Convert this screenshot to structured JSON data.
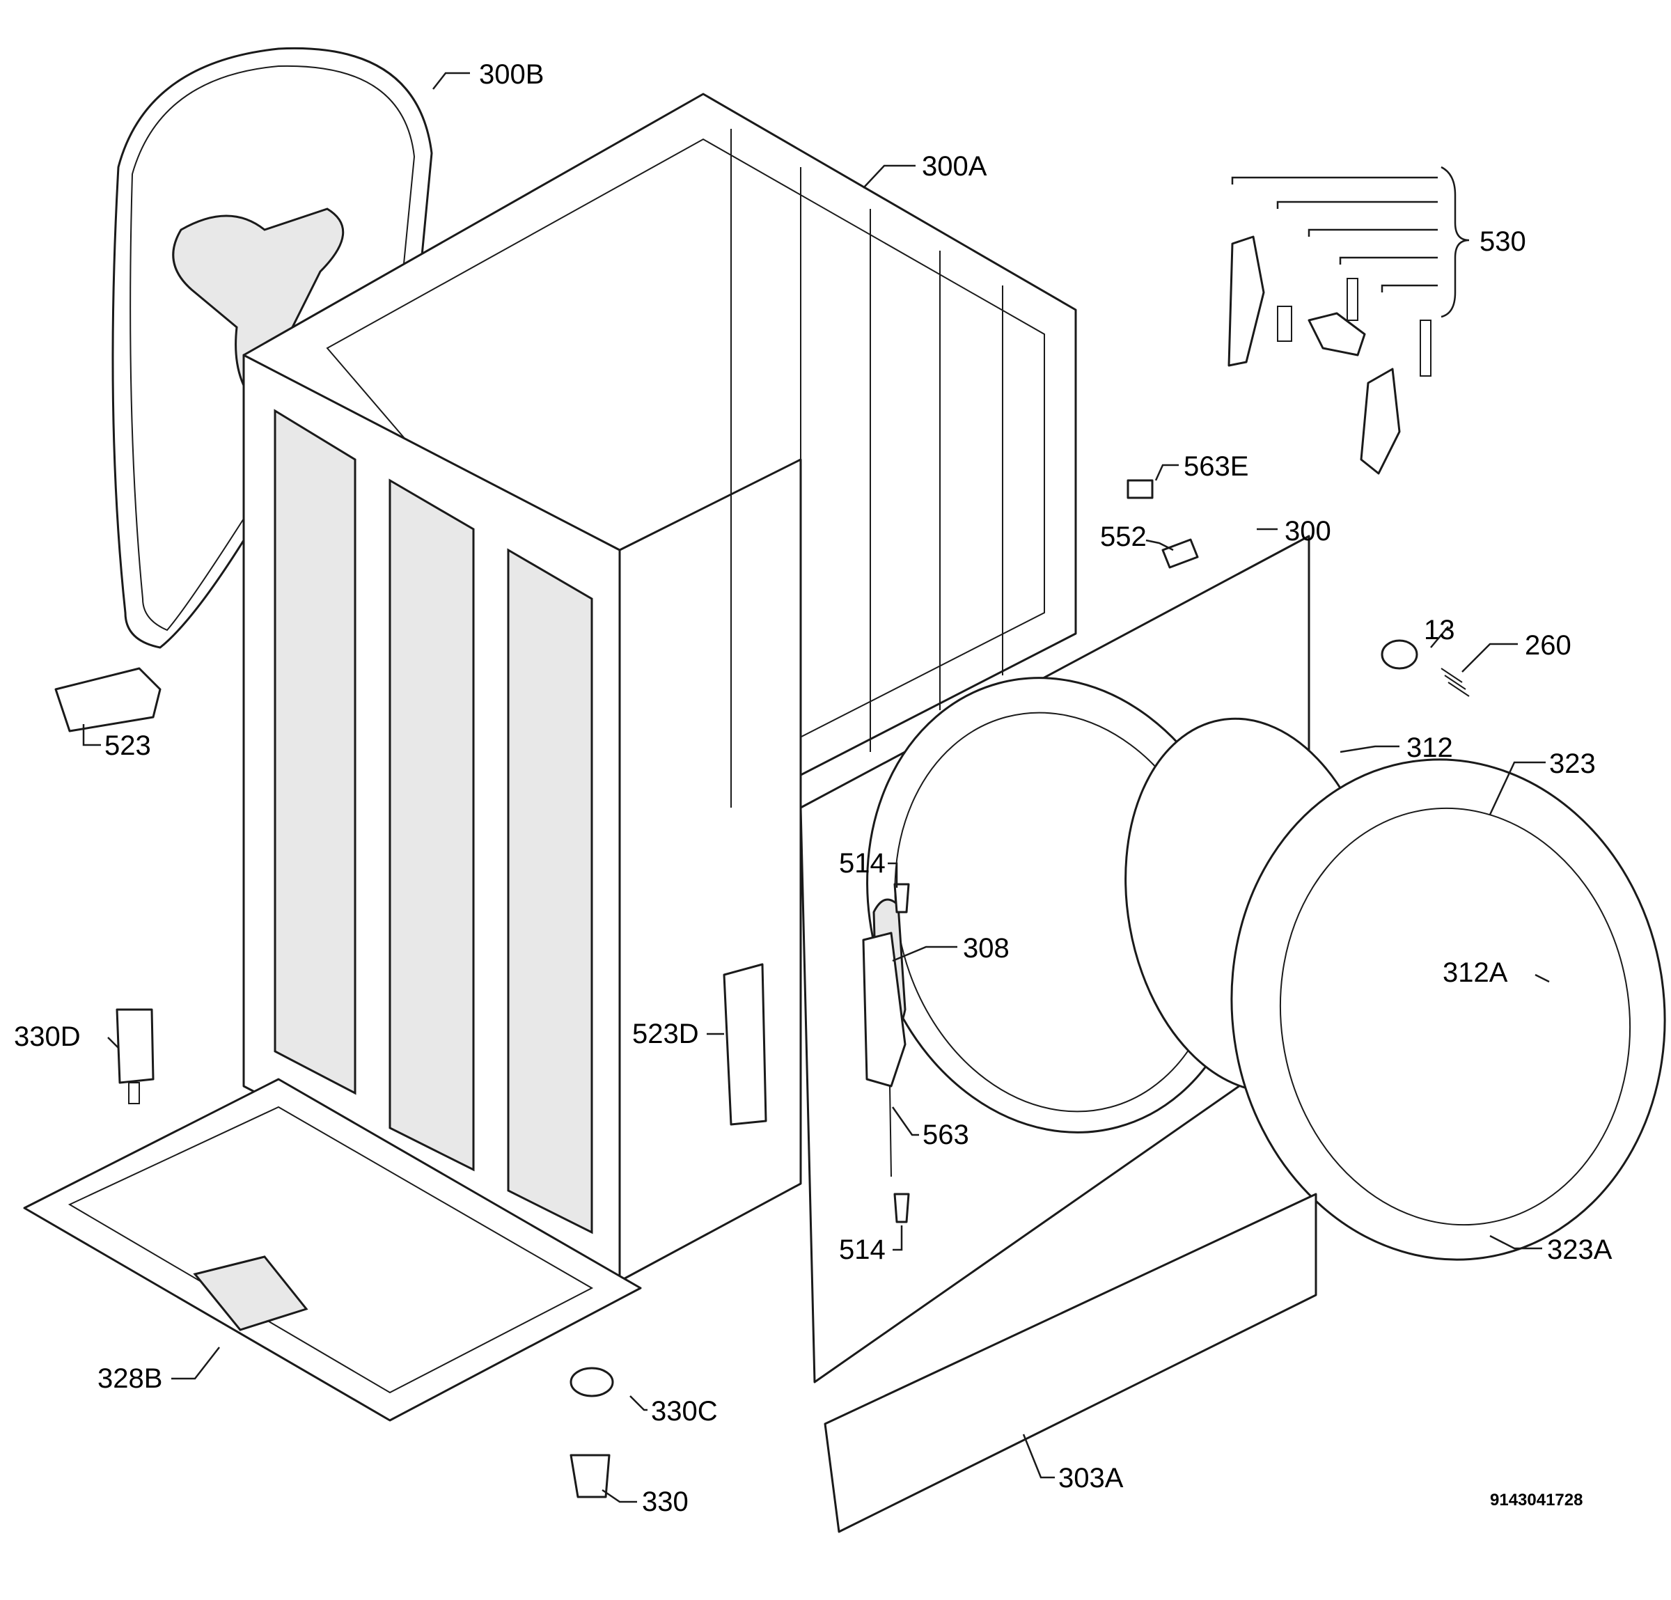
{
  "diagram": {
    "labels": {
      "l_300B": "300B",
      "l_300A": "300A",
      "l_530": "530",
      "l_563E": "563E",
      "l_552": "552",
      "l_300": "300",
      "l_13": "13",
      "l_260": "260",
      "l_523": "523",
      "l_312": "312",
      "l_323": "323",
      "l_514a": "514",
      "l_308": "308",
      "l_312A": "312A",
      "l_330D": "330D",
      "l_523D": "523D",
      "l_563": "563",
      "l_514b": "514",
      "l_323A": "323A",
      "l_328B": "328B",
      "l_330C": "330C",
      "l_303A": "303A",
      "l_330": "330"
    },
    "document_number": "9143041728"
  }
}
